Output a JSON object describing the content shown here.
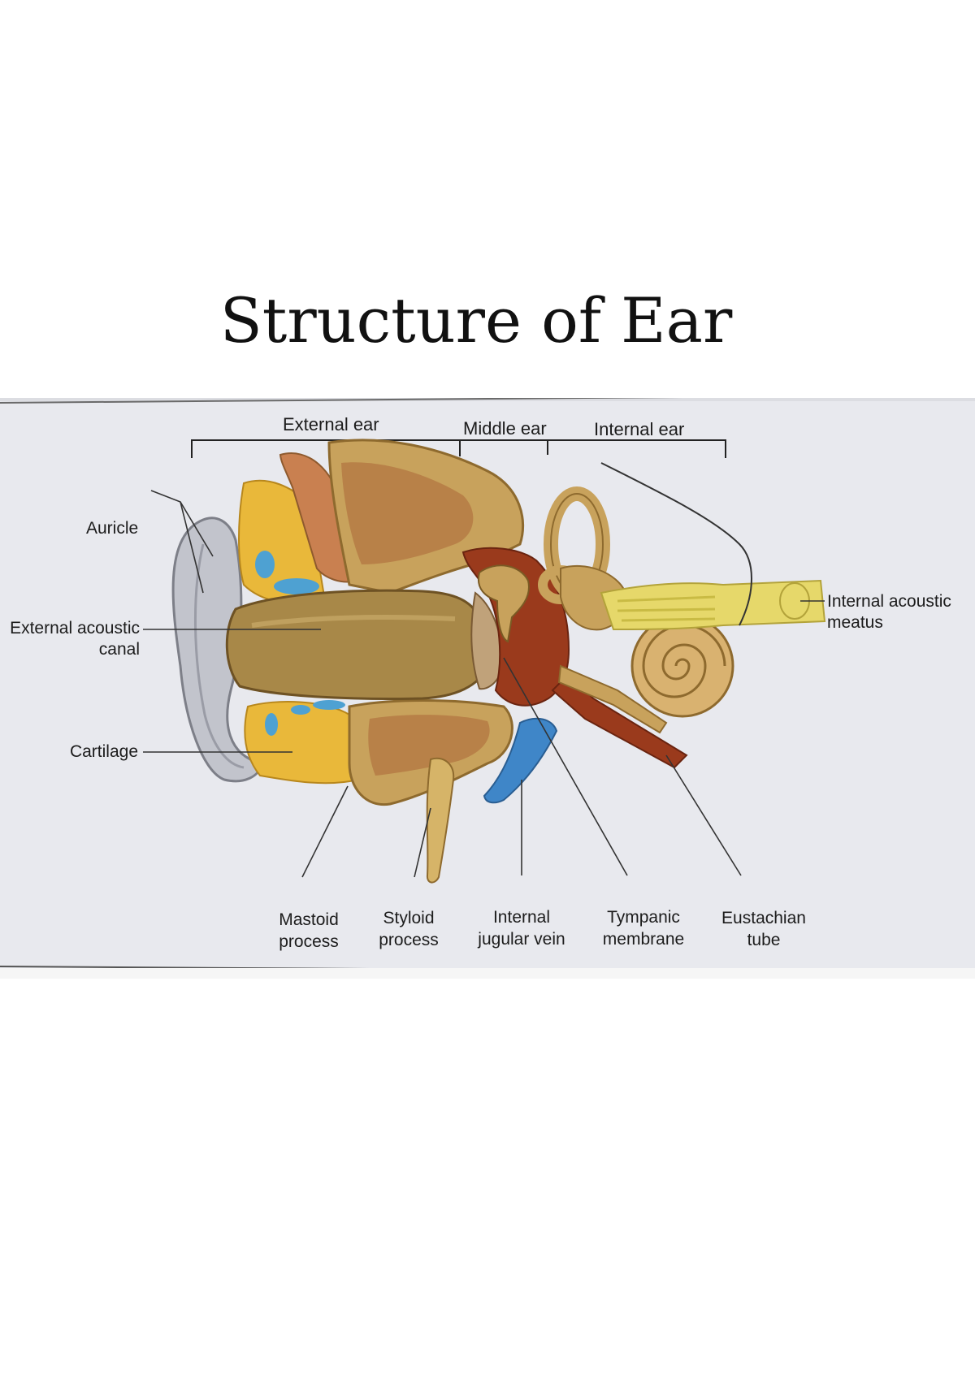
{
  "title": "Structure of Ear",
  "labels": {
    "external_ear": "External ear",
    "middle_ear": "Middle ear",
    "internal_ear": "Internal ear",
    "auricle": "Auricle",
    "external_acoustic_canal_1": "External acoustic",
    "external_acoustic_canal_2": "canal",
    "cartilage": "Cartilage",
    "internal_acoustic_meatus_1": "Internal acoustic",
    "internal_acoustic_meatus_2": "meatus",
    "mastoid_1": "Mastoid",
    "mastoid_2": "process",
    "styloid_1": "Styloid",
    "styloid_2": "process",
    "jugular_1": "Internal",
    "jugular_2": "jugular vein",
    "tympanic_1": "Tympanic",
    "tympanic_2": "membrane",
    "eustachian_1": "Eustachian",
    "eustachian_2": "tube"
  },
  "colors": {
    "bone": "#c8a25c",
    "bone_dark": "#8e6a2e",
    "cartilage_yellow": "#e9b83a",
    "auricle_gray": "#c2c4cc",
    "blood_red": "#9a3a1c",
    "vein_blue": "#3f86c8",
    "nerve_yellow": "#e6d86a",
    "muscle": "#c98050"
  }
}
